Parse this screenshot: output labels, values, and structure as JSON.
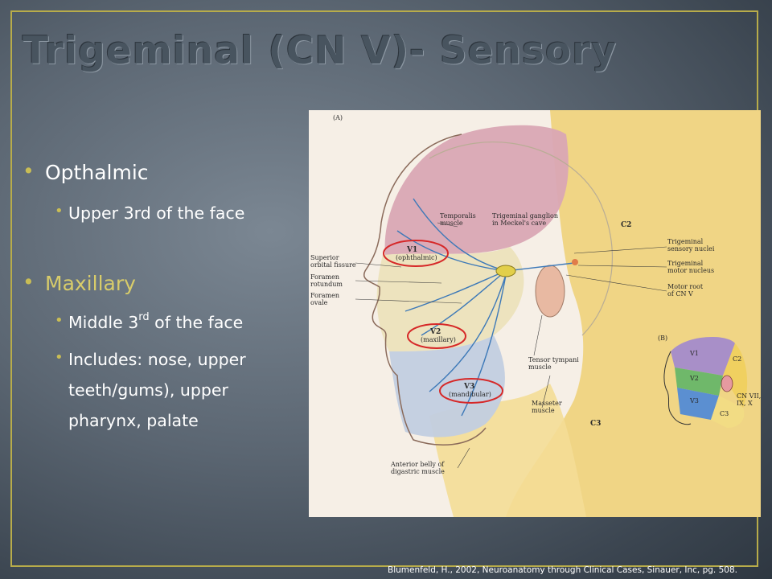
{
  "slide": {
    "title": "Trigeminal (CN V)- Sensory",
    "bullets": {
      "ophthalmic": "Opthalmic",
      "ophthalmic_sub": "Upper 3rd of the face",
      "maxillary": "Maxillary",
      "maxillary_sub1_pre": "Middle 3",
      "maxillary_sub1_sup": "rd",
      "maxillary_sub1_post": " of the face",
      "maxillary_sub2_line1": "Includes: nose, upper",
      "maxillary_sub2_line2": "teeth/gums), upper",
      "maxillary_sub2_line3": "pharynx, palate"
    },
    "citation": "Blumenfeld, H., 2002, Neuroanatomy through Clinical Cases, Sinauer, Inc, pg. 508."
  },
  "figure": {
    "panel_a": "(A)",
    "panel_b": "(B)",
    "labels": {
      "temporalis_1": "Temporalis",
      "temporalis_2": "muscle",
      "ganglion_1": "Trigeminal ganglion",
      "ganglion_2": "in Meckel's cave",
      "c2": "C2",
      "c3": "C3",
      "sensory_1": "Trigeminal",
      "sensory_2": "sensory nuclei",
      "motor_nuc_1": "Trigeminal",
      "motor_nuc_2": "motor nucleus",
      "motor_root_1": "Motor root",
      "motor_root_2": "of CN V",
      "sup_orbital_1": "Superior",
      "sup_orbital_2": "orbital fissure",
      "rotundum_1": "Foramen",
      "rotundum_2": "rotundum",
      "ovale_1": "Foramen",
      "ovale_2": "ovale",
      "v1": "V1",
      "v1_name": "(ophthalmic)",
      "v2": "V2",
      "v2_name": "(maxillary)",
      "v3": "V3",
      "v3_name": "(mandibular)",
      "tensor_1": "Tensor tympani",
      "tensor_2": "muscle",
      "masseter_1": "Masseter",
      "masseter_2": "muscle",
      "digastric_1": "Anterior belly of",
      "digastric_2": "digastric muscle",
      "inset_v1": "V1",
      "inset_v2": "V2",
      "inset_v3": "V3",
      "inset_c2": "C2",
      "inset_c3": "C3",
      "inset_cn_1": "CN VII,",
      "inset_cn_2": "IX, X"
    }
  },
  "colors": {
    "accent": "#c9bd55",
    "frame": "#b8ac4a",
    "ophthalmic_zone": "#d9a7b4",
    "maxillary_zone": "#e9dcae",
    "mandibular_zone": "#b9c7dc",
    "c2_zone": "#f0d27a",
    "nerve": "#3d79b8",
    "highlight_circle": "#d62828"
  }
}
